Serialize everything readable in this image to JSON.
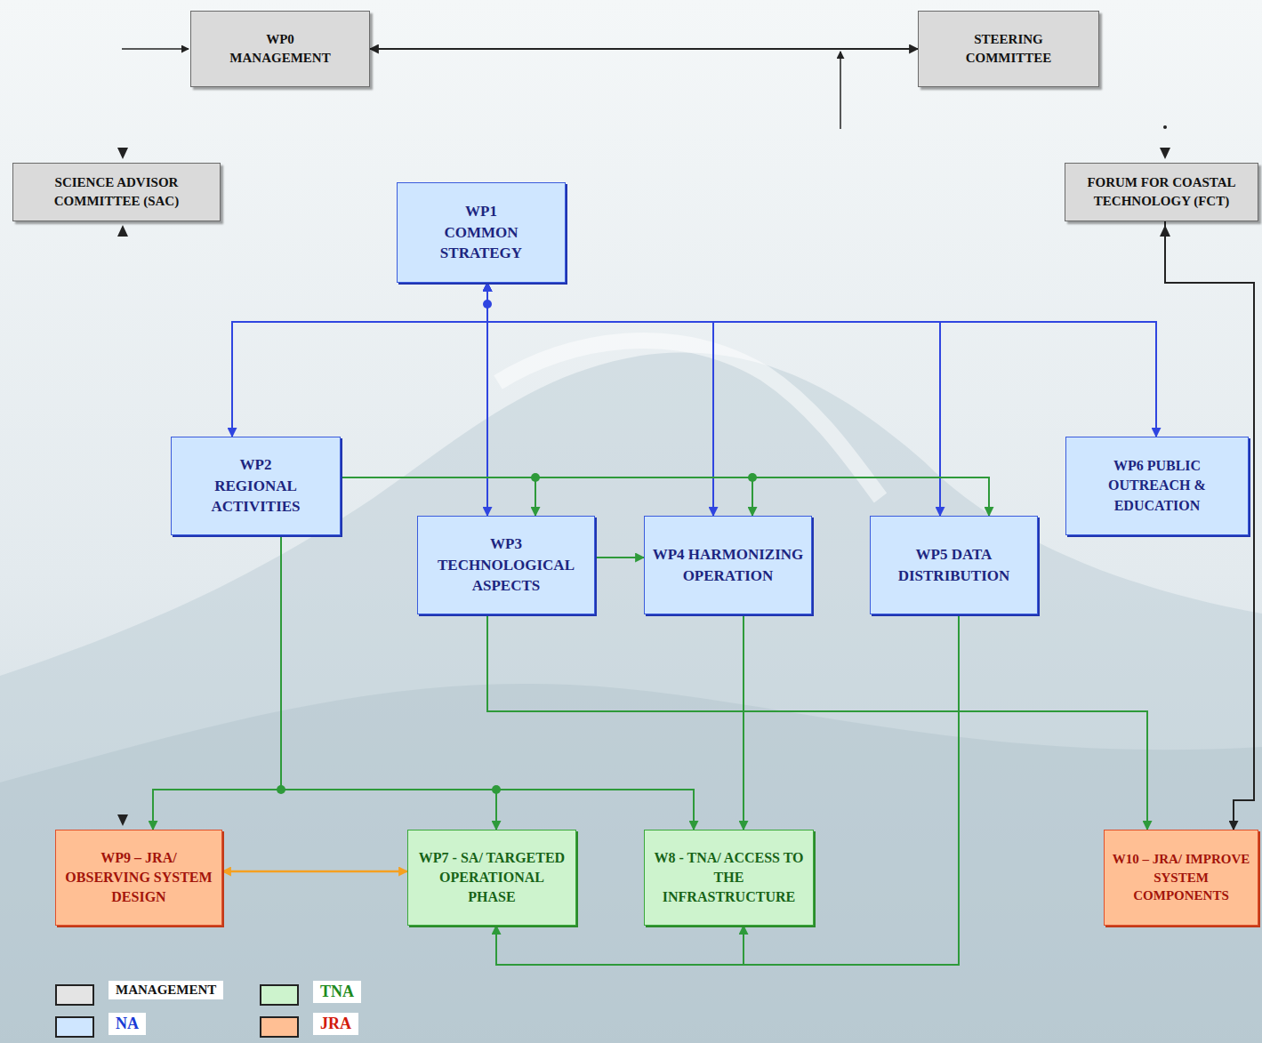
{
  "diagram": {
    "nodes": [
      {
        "text": [
          "WP0 MANAGEMENT"
        ]
      },
      {
        "text": [
          "STEERING COMMITTEE"
        ]
      },
      {
        "text": [
          "SCIENCE ADVISOR COMMITTEE (SAC)"
        ]
      },
      {
        "text": [
          "WP1 COMMON STRATEGY"
        ]
      },
      {
        "text": [
          "FORUM FOR COASTAL TECHNOLOGY (FCT)"
        ]
      },
      {
        "text": [
          "WP2 REGIONAL ACTIVITIES"
        ]
      },
      {
        "text": [
          "WP3 TECHNOLOGICAL ASPECTS"
        ]
      },
      {
        "text": [
          "WP4 HARMONIZING OPERATION"
        ]
      },
      {
        "text": [
          "WP5 DATA DISTRIBUTION"
        ]
      },
      {
        "text": [
          "WP6 PUBLIC OUTREACH & EDUCATION"
        ]
      },
      {
        "text": [
          "WP9 – JRA/ OBSERVING SYSTEM DESIGN"
        ]
      },
      {
        "text": [
          "WP7 - SA/ TARGETED OPERATIONAL PHASE"
        ]
      },
      {
        "text": [
          "W8 - TNA/ ACCESS TO THE INFRASTRUCTURE"
        ]
      },
      {
        "text": [
          "W10 – JRA/ IMPROVE SYSTEM COMPONENTS"
        ]
      }
    ],
    "edges": [
      {
        "from": 0,
        "to": 1,
        "arrow": "both"
      },
      {
        "from": 3,
        "to": 5,
        "arrow": "both"
      },
      {
        "from": 3,
        "to": 6,
        "arrow": "both"
      },
      {
        "from": 3,
        "to": 7,
        "arrow": "both"
      },
      {
        "from": 3,
        "to": 8,
        "arrow": "both"
      },
      {
        "from": 3,
        "to": 9,
        "arrow": "both"
      },
      {
        "from": 5,
        "to": 6,
        "arrow": "to"
      },
      {
        "from": 5,
        "to": 7,
        "arrow": "to"
      },
      {
        "from": 5,
        "to": 8,
        "arrow": "to"
      },
      {
        "from": 6,
        "to": 7,
        "arrow": "to"
      },
      {
        "from": 5,
        "to": 10,
        "arrow": "to"
      },
      {
        "from": 5,
        "to": 11,
        "arrow": "to"
      },
      {
        "from": 5,
        "to": 12,
        "arrow": "to"
      },
      {
        "from": 6,
        "to": 13,
        "arrow": "to"
      },
      {
        "from": 7,
        "to": 12,
        "arrow": "to"
      },
      {
        "from": 8,
        "to": 12,
        "arrow": "to"
      },
      {
        "from": 8,
        "to": 11,
        "arrow": "to"
      },
      {
        "from": 10,
        "to": 11,
        "arrow": "both"
      },
      {
        "from": 4,
        "to": 13,
        "arrow": "to"
      }
    ],
    "legend": [
      {
        "text": "MANAGEMENT",
        "color": "#e4e4e4"
      },
      {
        "text": "NA",
        "color": "#cfe6ff"
      },
      {
        "text": "TNA",
        "color": "#cdf3cd"
      },
      {
        "text": "JRA",
        "color": "#ffbf94"
      }
    ]
  }
}
